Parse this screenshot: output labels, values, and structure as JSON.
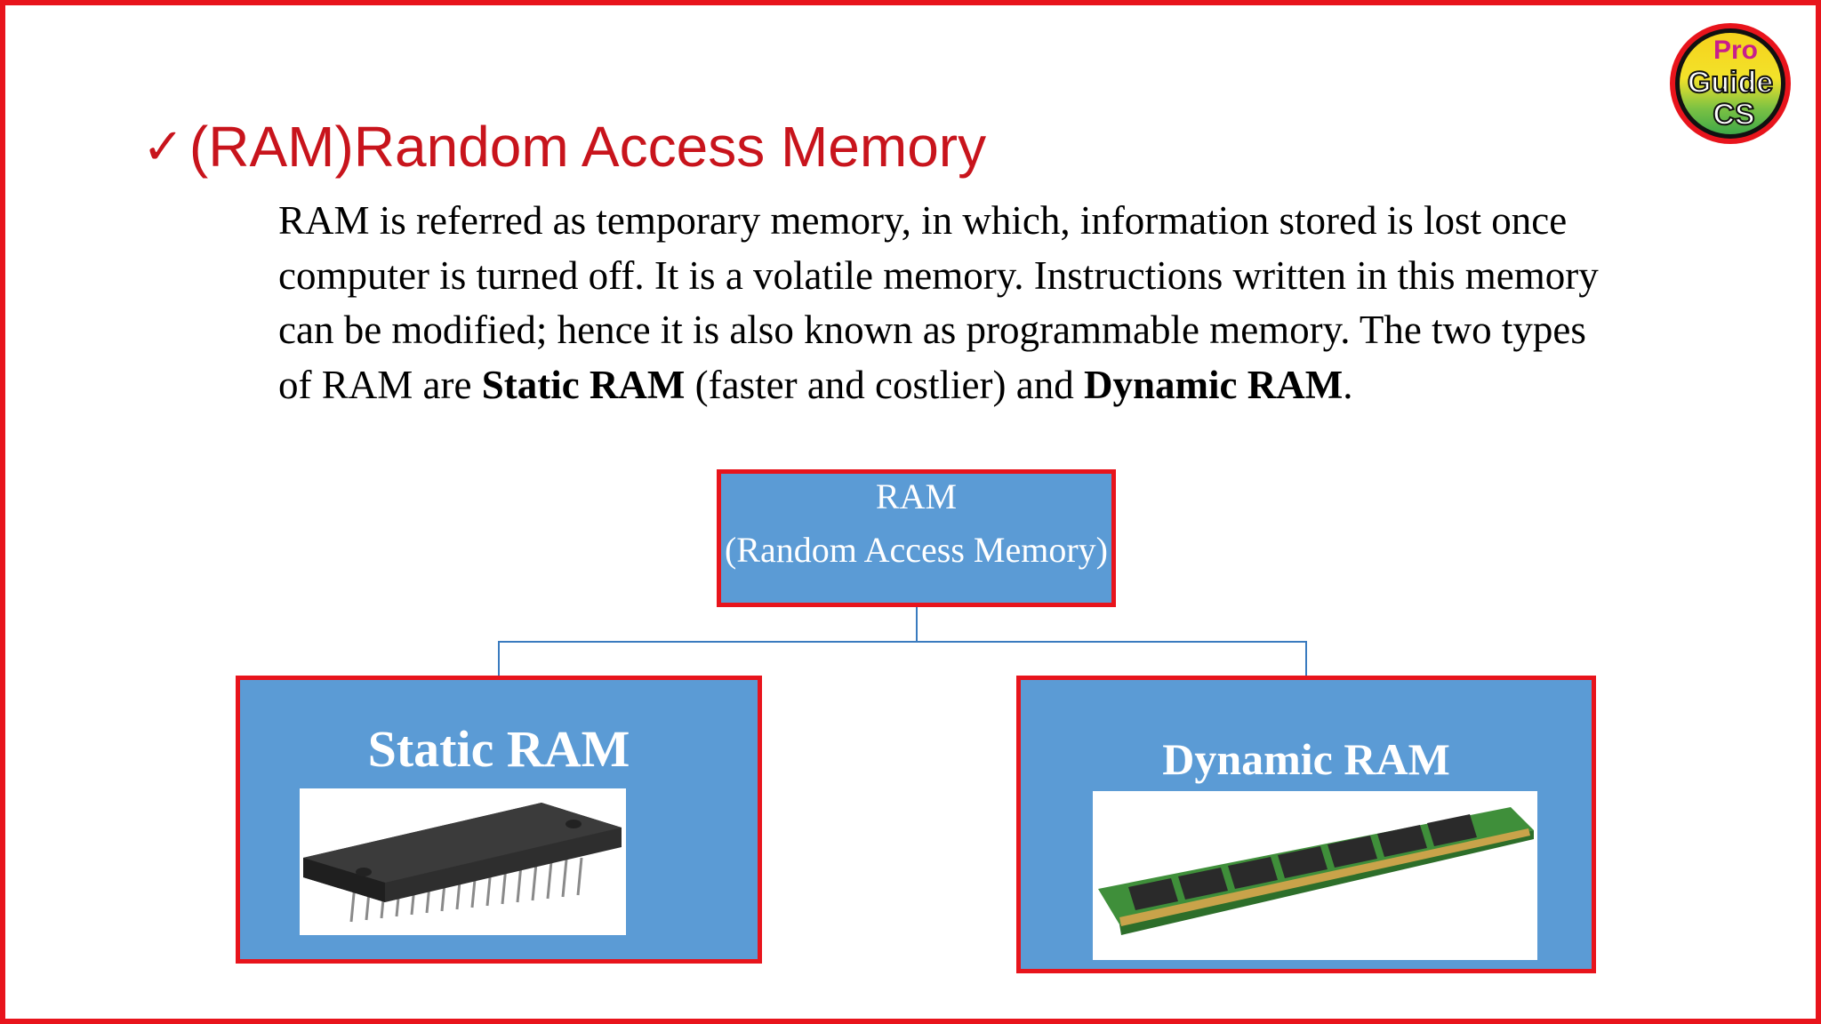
{
  "slide": {
    "title_check": "✓",
    "title": "(RAM)Random Access Memory",
    "paragraph": {
      "p1": "RAM is referred as temporary memory, in which, information stored is lost once computer is turned off. It is a volatile memory. Instructions written in this memory can be modified; hence it is also known as programmable memory. The two types of RAM are ",
      "b1": "Static RAM",
      "p2": " (faster and costlier) and ",
      "b2": "Dynamic RAM",
      "p3": "."
    },
    "diagram": {
      "root_line1": "RAM",
      "root_line2": "(Random Access Memory)",
      "left_label": "Static RAM",
      "right_label": "Dynamic RAM"
    }
  },
  "logo": {
    "line1": "Pro",
    "line2": "Guide",
    "line3": "CS"
  },
  "colors": {
    "accent": "#e8141c",
    "title": "#c8141c",
    "box_fill": "#5b9bd5",
    "connector": "#3a7bbf"
  }
}
